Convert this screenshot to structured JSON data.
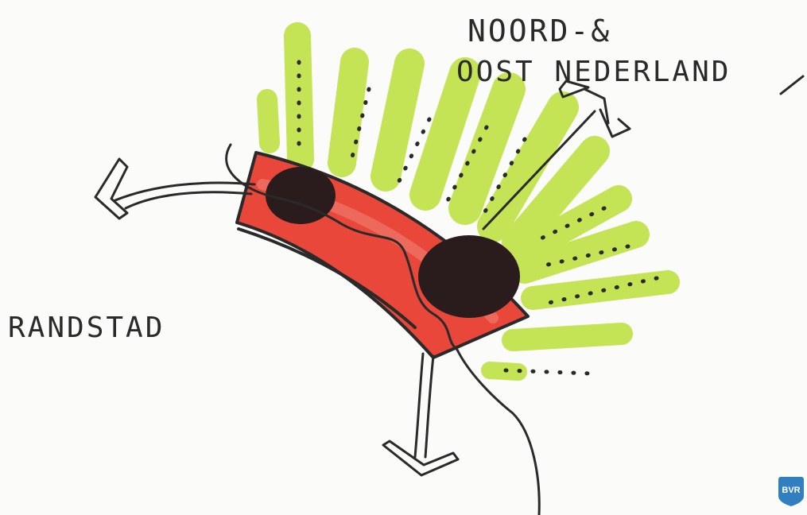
{
  "labels": {
    "north_east_line1": "NOORD-&",
    "north_east_line2": "OOST NEDERLAND",
    "randstad": "RANDSTAD"
  },
  "logo": {
    "text": "BVR"
  },
  "colors": {
    "corridor_red": "#e8473a",
    "rays_lime": "#c4e455",
    "dark_node": "#2a1c1c",
    "ink": "#2a2a2a",
    "logo_blue": "#2f7fc1"
  }
}
